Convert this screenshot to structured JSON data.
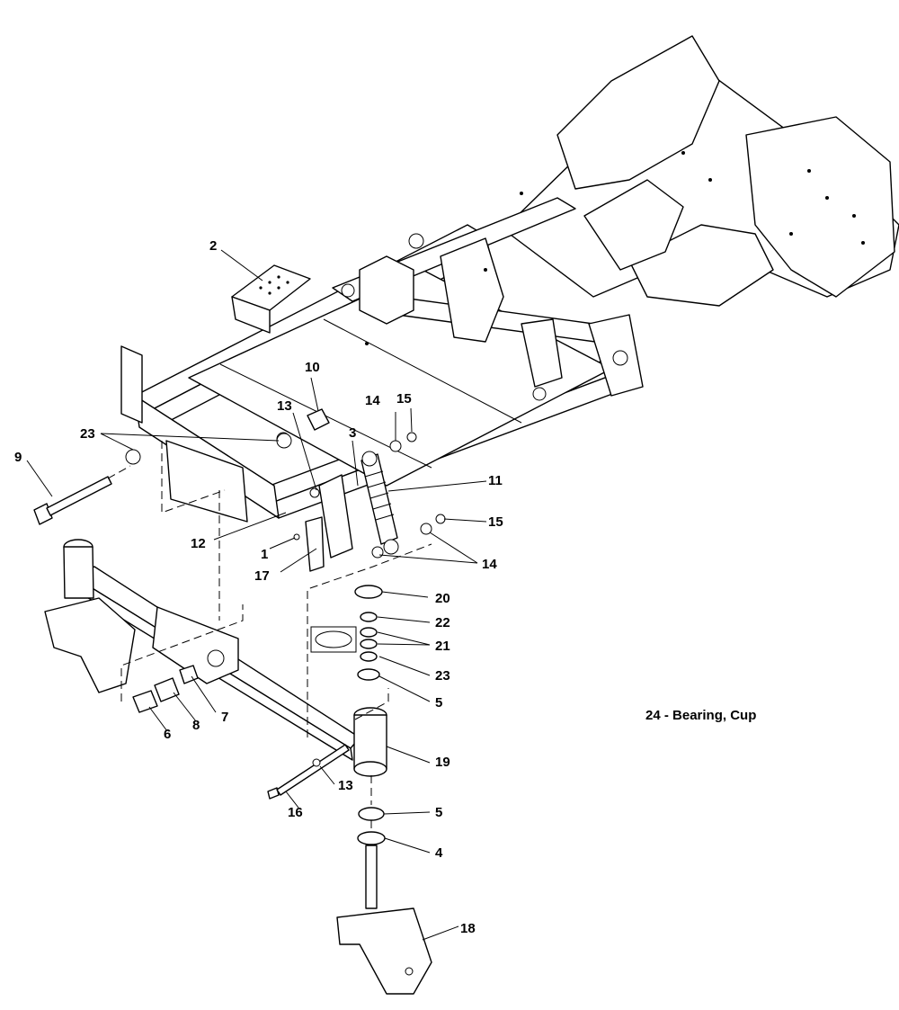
{
  "note": "24 - Bearing, Cup",
  "callouts": {
    "c1": "1",
    "c2": "2",
    "c3": "3",
    "c4": "4",
    "c5a": "5",
    "c5b": "5",
    "c6": "6",
    "c7": "7",
    "c8": "8",
    "c9": "9",
    "c10": "10",
    "c11": "11",
    "c12": "12",
    "c13a": "13",
    "c13b": "13",
    "c14a": "14",
    "c14b": "14",
    "c15a": "15",
    "c15b": "15",
    "c16": "16",
    "c17": "17",
    "c18": "18",
    "c19": "19",
    "c20": "20",
    "c21": "21",
    "c22": "22",
    "c23a": "23",
    "c23b": "23"
  }
}
